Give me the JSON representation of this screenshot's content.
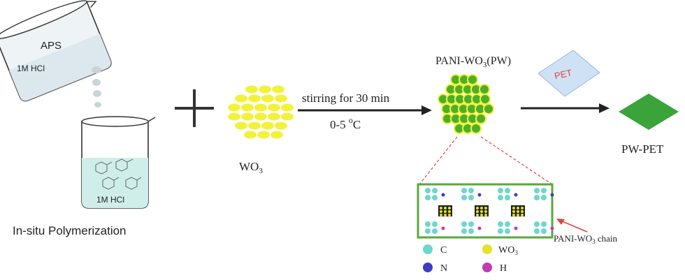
{
  "beaker_top": {
    "label_main": "APS",
    "label_sub": "1M HCl"
  },
  "beaker_bottom": {
    "label": "1M HCl",
    "caption": "In-situ Polymerization"
  },
  "wo3": {
    "label_main": "WO",
    "label_sub": "3"
  },
  "arrow1": {
    "top": "stirring for 30 min",
    "bottom_main": "0-5 ",
    "bottom_sup": "o",
    "bottom_unit": "C"
  },
  "pani": {
    "label_main": "PANI-WO",
    "label_sub": "3",
    "label_tail": "(PW)"
  },
  "pet": {
    "label": "PET"
  },
  "product": {
    "label": "PW-PET"
  },
  "chain": {
    "main": "PANI-WO",
    "sub": "3",
    "tail": " chain"
  },
  "legend": [
    {
      "label": "C",
      "color": "#6fd6cf"
    },
    {
      "label": "WO",
      "sub": "3",
      "color": "#e3e32a"
    },
    {
      "label": "N",
      "color": "#3d3dc4"
    },
    {
      "label": "H",
      "color": "#c03ab4"
    }
  ],
  "colors": {
    "wo3_particle": "#f2f23a",
    "pani_green": "#4caf2a",
    "pet_fill": "#cfe2f5",
    "product": "#3aa33a",
    "link_red": "#e0443a"
  }
}
